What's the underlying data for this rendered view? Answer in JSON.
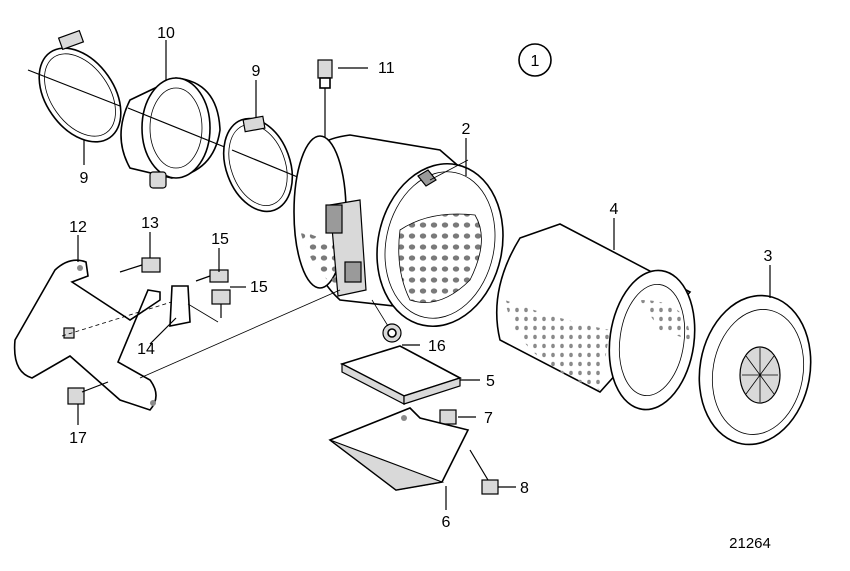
{
  "diagram": {
    "view_number": "1",
    "drawing_number": "21264",
    "callouts": [
      "10",
      "9",
      "9",
      "11",
      "2",
      "4",
      "3",
      "12",
      "13",
      "15",
      "15",
      "14",
      "16",
      "5",
      "17",
      "7",
      "8",
      "6"
    ]
  }
}
